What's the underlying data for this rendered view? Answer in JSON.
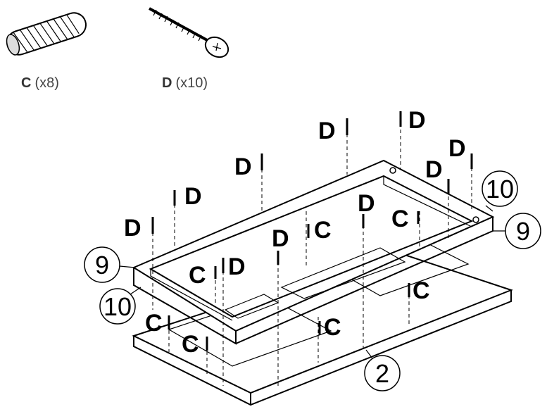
{
  "parts": [
    {
      "letter": "C",
      "qty": "(x8)",
      "icon": "dowel-icon"
    },
    {
      "letter": "D",
      "qty": "(x10)",
      "icon": "screw-icon"
    }
  ],
  "callouts": {
    "c": "C",
    "d": "D"
  },
  "panel_numbers": {
    "p2": "2",
    "p9": "9",
    "p10": "10"
  }
}
